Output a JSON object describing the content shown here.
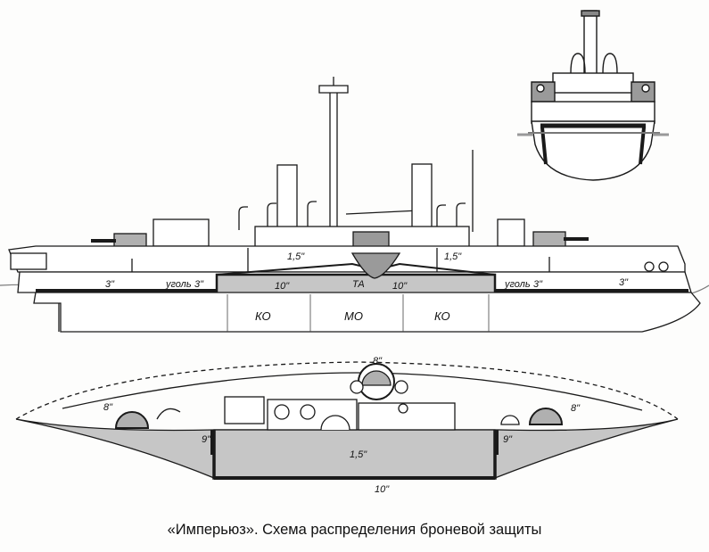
{
  "caption": "«Имперьюз». Схема распределения броневой защиты",
  "side_view": {
    "labels": {
      "deck_1_5_left": "1,5\"",
      "deck_1_5_right": "1,5\"",
      "belt_10_left": "10\"",
      "belt_ta": "ТА",
      "belt_10_right": "10\"",
      "belt_3_fore": "3\"",
      "coal_left": "уголь",
      "belt_3_left": "3\"",
      "coal_right": "уголь",
      "belt_3_right": "3\"",
      "belt_3_aft": "3\"",
      "boiler_fore": "КО",
      "engine_room": "МО",
      "boiler_aft": "КО"
    }
  },
  "plan_view": {
    "labels": {
      "barbette_fore": "8\"",
      "barbette_side": "8\"",
      "barbette_aft": "8\"",
      "bulkhead_fore": "9\"",
      "bulkhead_aft": "9\"",
      "deck": "1,5\"",
      "belt": "10\""
    }
  },
  "colors": {
    "armor": "#c6c6c6",
    "outline": "#1a1a1a",
    "water": "#7a7a7a"
  }
}
